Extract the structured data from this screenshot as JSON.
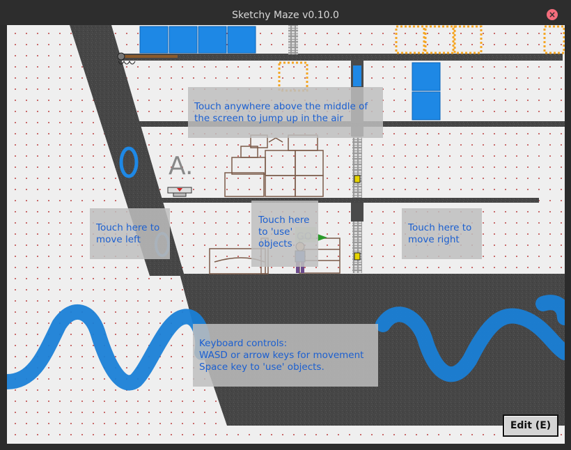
{
  "window": {
    "title": "Sketchy Maze v0.10.0",
    "close_glyph": "×"
  },
  "hints": {
    "jump": "Touch anywhere above the middle of\nthe screen to jump up in the air",
    "left": "Touch here to\nmove left",
    "use": "Touch here\nto 'use'\nobjects",
    "right": "Touch here to\nmove right",
    "keyboard": "Keyboard controls:\nWASD or arrow keys for movement\nSpace key to 'use' objects."
  },
  "edit_button": "Edit (E)",
  "drawing": {
    "wall_letter": "A.",
    "go_sign": "GO"
  },
  "colors": {
    "blue": "#1e88e5",
    "wall": "#4a4a4a",
    "hint_text": "#1b5fd0",
    "dotted_block": "#f5a623"
  }
}
